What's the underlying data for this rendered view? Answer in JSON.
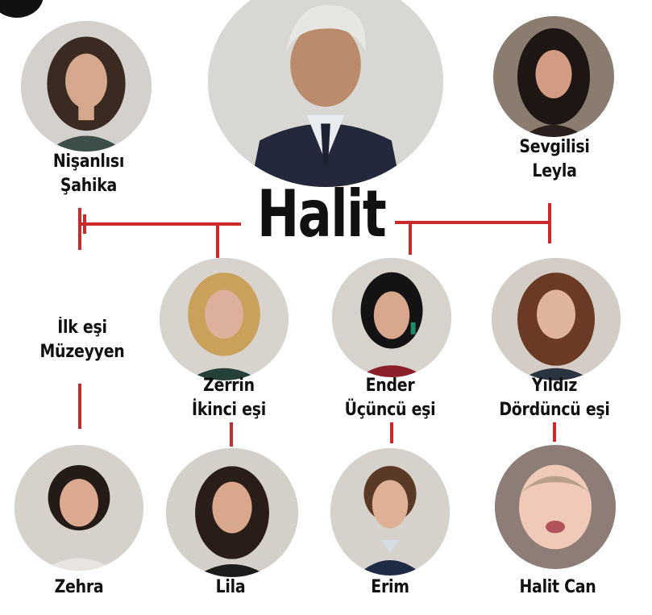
{
  "title": "Halit",
  "accent": "#cc2a2a",
  "people": {
    "fiancee": {
      "line1": "Nişanlısı",
      "line2": "Şahika"
    },
    "lover": {
      "line1": "Sevgilisi",
      "line2": "Leyla"
    },
    "wife1": {
      "line1": "İlk eşi",
      "line2": "Müzeyyen"
    },
    "wife2": {
      "line1": "Zerrin",
      "line2": "İkinci eşi"
    },
    "wife3": {
      "line1": "Ender",
      "line2": "Üçüncü eşi"
    },
    "wife4": {
      "line1": "Yıldız",
      "line2": "Dördüncü eşi"
    },
    "child1": {
      "name": "Zehra"
    },
    "child2": {
      "name": "Lila"
    },
    "child3": {
      "name": "Erim"
    },
    "child4": {
      "name": "Halit Can"
    }
  }
}
